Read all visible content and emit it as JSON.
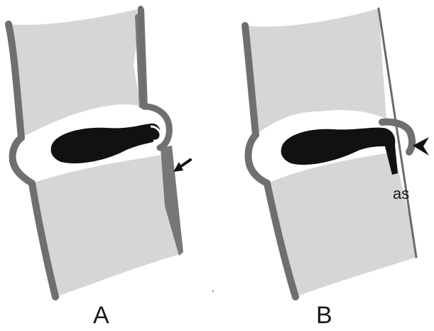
{
  "figure": {
    "panels": [
      {
        "label": "A",
        "pointer": "arrow"
      },
      {
        "label": "B",
        "pointer": "arrowhead",
        "annotation": "as"
      }
    ]
  },
  "colors": {
    "background": "#ffffff",
    "vertebral_body": "#d6d6d6",
    "cortex": "#6f6f6f",
    "nucleus": "#111111",
    "disc": "#ffffff",
    "ligament_line": "#6a6a6a"
  }
}
